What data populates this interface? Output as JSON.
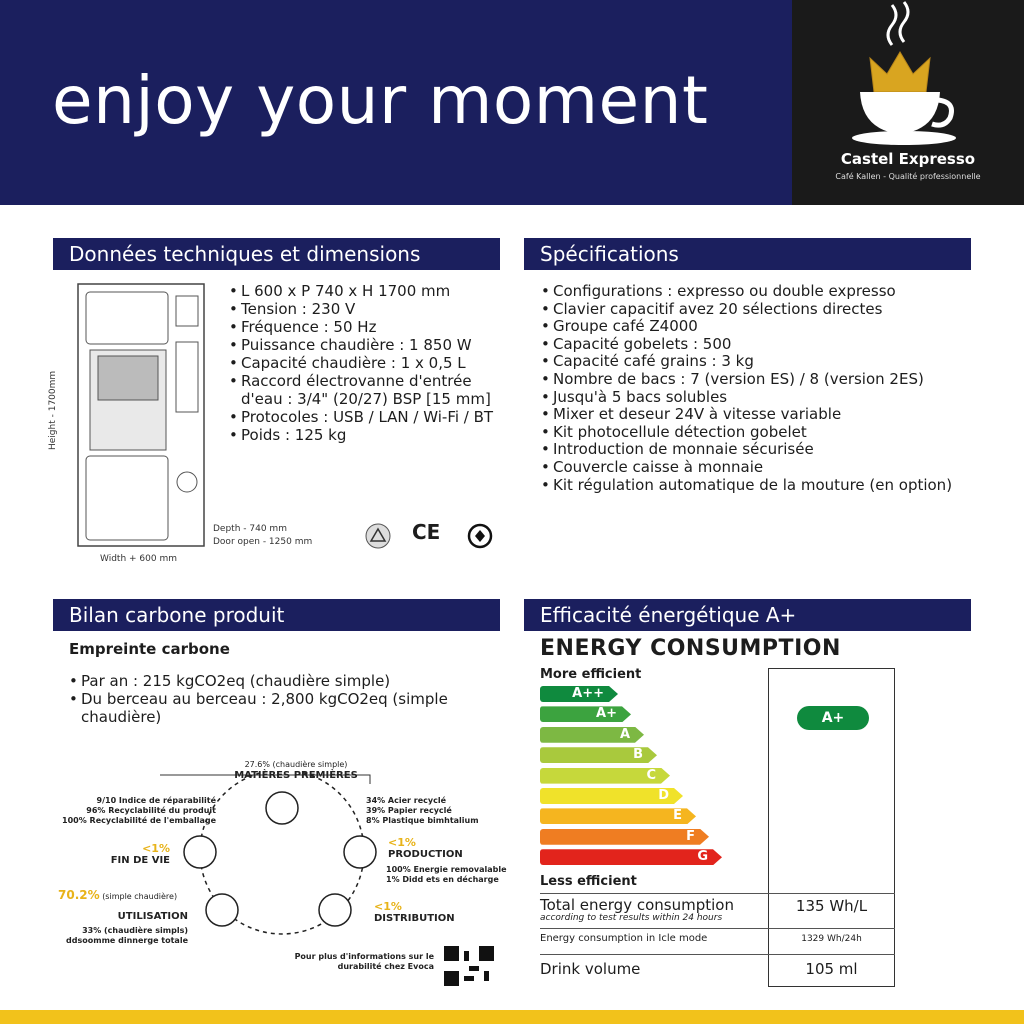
{
  "header": {
    "tagline": "enjoy your moment",
    "brand_name": "Castel Expresso",
    "brand_tagline": "Café Kallen - Qualité professionnelle",
    "colors": {
      "navy": "#1b1f5e",
      "gold": "#d9a520",
      "yellow": "#f2c21b"
    }
  },
  "technical": {
    "title": "Données techniques et dimensions",
    "items": [
      "L 600 x P 740 x H 1700 mm",
      "Tension : 230 V",
      "Fréquence : 50 Hz",
      "Puissance chaudière : 1 850 W",
      "Capacité chaudière :  1 x 0,5 L",
      "Raccord électrovanne d'entrée d'eau : 3/4\" (20/27) BSP [15 mm]",
      "Protocoles : USB / LAN / Wi-Fi / BT",
      "Poids :  125 kg"
    ],
    "height_label": "Height - 1700mm",
    "width_label": "Width + 600 mm",
    "depth_label": "Depth - 740 mm",
    "door_label": "Door open - 1250 mm",
    "cert_ce": "CE"
  },
  "specs": {
    "title": "Spécifications",
    "items": [
      "Configurations : expresso ou double expresso",
      "Clavier capacitif avez 20 sélections directes",
      "Groupe café Z4000",
      "Capacité gobelets : 500",
      "Capacité café grains : 3 kg",
      "Nombre de bacs : 7 (version ES) / 8 (version 2ES)",
      "Jusqu'à 5 bacs solubles",
      "Mixer et deseur 24V à vitesse variable",
      "Kit photocellule détection gobelet",
      "Introduction de monnaie sécurisée",
      "Couvercle caisse à monnaie",
      "Kit régulation automatique de la mouture (en option)"
    ]
  },
  "carbon": {
    "title": "Bilan carbone produit",
    "subtitle": "Empreinte carbone",
    "items": [
      "Par an : 215 kgCO2eq (chaudière simple)",
      "Du berceau au berceau : 2,800 kgCO2eq (simple chaudière)"
    ],
    "materials_pct": "27.6% (chaudière simple)",
    "materials_label": "MATIÈRES PREMIÈRES",
    "materials_left": [
      "9/10 Indice de réparabilité",
      "96% Recyclabilité du produit",
      "100% Recyclabilité de l'emballage"
    ],
    "materials_right": [
      "34% Acier recyclé",
      "39% Papier recyclé",
      "8% Plastique bimhtalium"
    ],
    "production_pct": "<1%",
    "production_label": "PRODUCTION",
    "production_notes": [
      "100% Energie removalable",
      "1% Didd ets en décharge"
    ],
    "distribution_pct": "<1%",
    "distribution_label": "DISTRIBUTION",
    "end_pct": "<1%",
    "end_label": "FIN DE VIE",
    "usage_pct": "70.2%",
    "usage_pct_note": "(simple chaudière)",
    "usage_label": "UTILISATION",
    "usage_notes": [
      "33% (chaudière simpls)",
      "ddsoomme dinnerge totale"
    ],
    "more_info": [
      "Pour plus d'informations sur le",
      "durabilité chez Evoca"
    ]
  },
  "energy": {
    "title": "Efficacité énergétique A+",
    "label_title": "ENERGY CONSUMPTION",
    "more_efficient": "More efficient",
    "less_efficient": "Less efficient",
    "classes": [
      {
        "label": "A++",
        "color": "#0f8a3e"
      },
      {
        "label": "A+",
        "color": "#3ca33f"
      },
      {
        "label": "A",
        "color": "#7db843"
      },
      {
        "label": "B",
        "color": "#a9c93d"
      },
      {
        "label": "C",
        "color": "#c6d83b"
      },
      {
        "label": "D",
        "color": "#f0e22a"
      },
      {
        "label": "E",
        "color": "#f5b51f"
      },
      {
        "label": "F",
        "color": "#ef7d22"
      },
      {
        "label": "G",
        "color": "#e2241c"
      }
    ],
    "rating": "A+",
    "rows": [
      {
        "label": "Total energy consumption",
        "note": "according to test results within 24 hours",
        "value": "135 Wh/L"
      },
      {
        "label": "Energy consumption in Icle mode",
        "note": "",
        "value": "1329 Wh/24h"
      },
      {
        "label": "Drink volume",
        "note": "",
        "value": "105 ml"
      }
    ]
  }
}
